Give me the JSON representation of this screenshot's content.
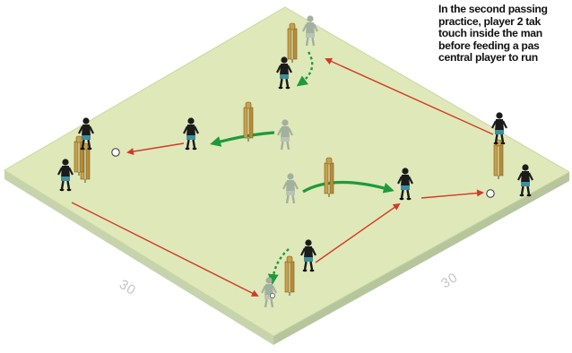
{
  "caption": {
    "lines": [
      "In the second passing",
      "practice, player 2 tak",
      "touch inside the man",
      "before feeding a pas",
      "central player to run"
    ]
  },
  "dimensions": {
    "left_side": "30",
    "right_side": "30"
  },
  "colors": {
    "pitch": "#dfe8b8",
    "pitch_edge": "#c6d3ad",
    "pass_arrow": "#d23a2a",
    "run_arrow": "#1e9a3c",
    "mannequin": "#c9a04a",
    "player_kit": "#1b1b1b",
    "player_shorts": "#3f8f9f",
    "ghost_player": "#9aa89a"
  }
}
